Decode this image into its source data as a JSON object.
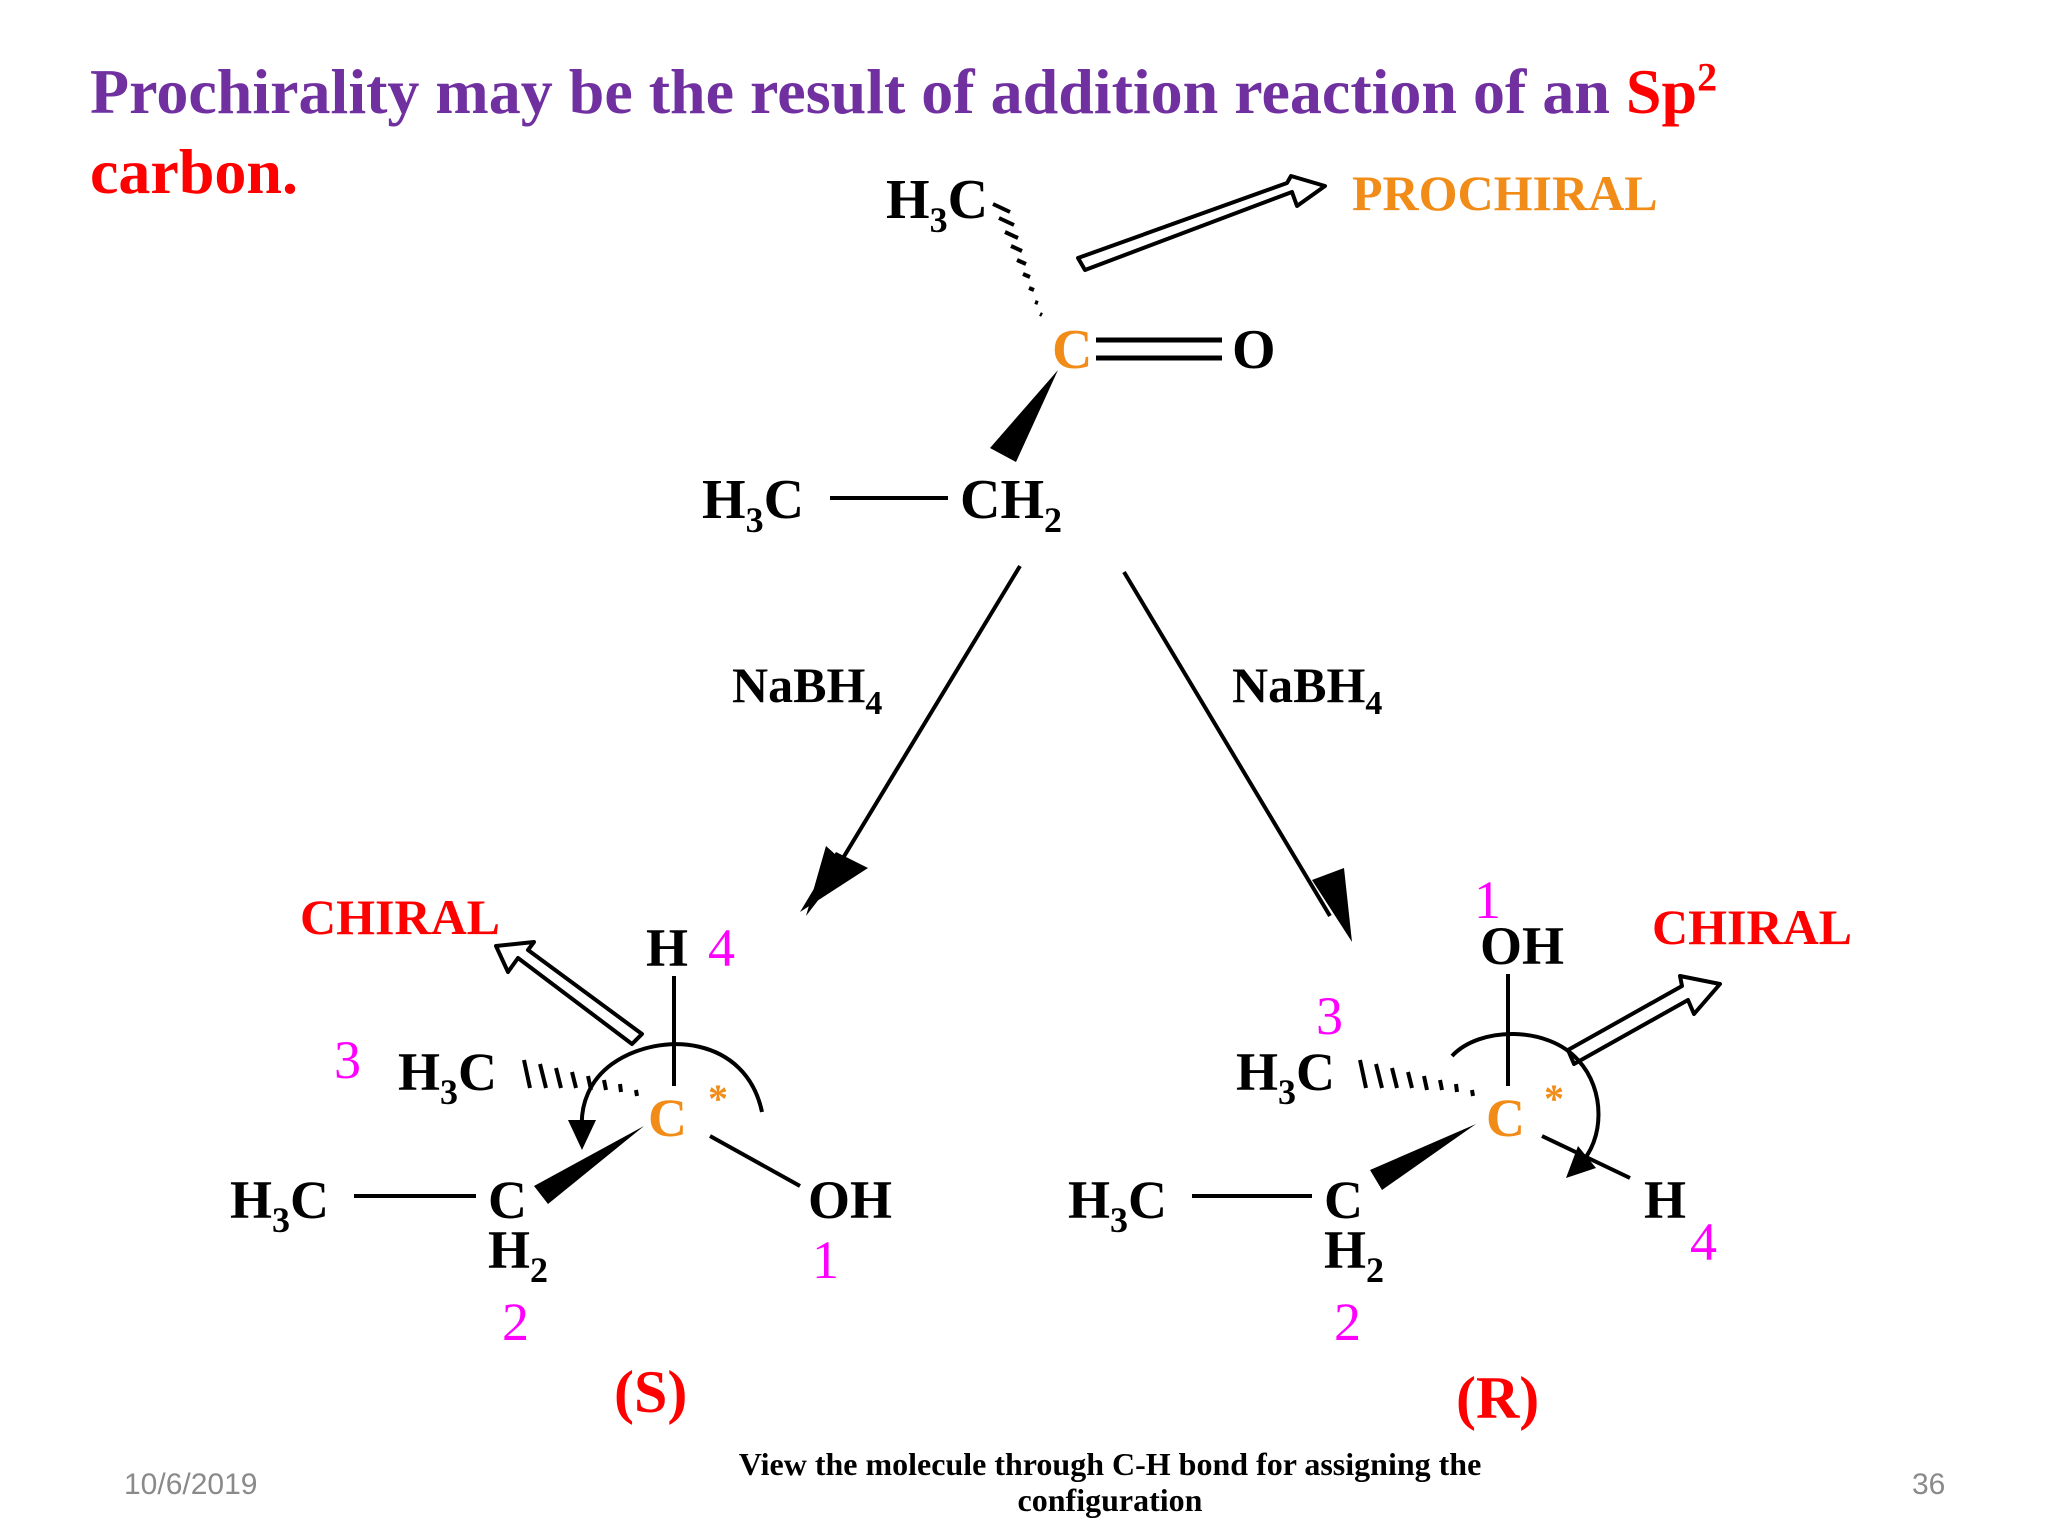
{
  "title": {
    "text_before": "Prochirality may be the result of addition reaction of an ",
    "sp": "Sp",
    "sp_exponent": "2",
    "carbon": "carbon."
  },
  "labels": {
    "prochiral": "PROCHIRAL",
    "chiral_left": "CHIRAL",
    "chiral_right": "CHIRAL",
    "reagent_left": "NaBH",
    "reagent_left_sub": "4",
    "reagent_right": "NaBH",
    "reagent_right_sub": "4",
    "config_s": "(S)",
    "config_r": "(R)"
  },
  "atoms": {
    "h": "H",
    "c": "C",
    "o": "O",
    "oh": "OH",
    "sub3": "3",
    "sub2": "2",
    "star": "*"
  },
  "priorities": {
    "s_h": "4",
    "s_ch3": "3",
    "s_ch2": "2",
    "s_oh": "1",
    "r_oh": "1",
    "r_ch3": "3",
    "r_ch2": "2",
    "r_h": "4"
  },
  "caption": "View the molecule through C-H bond for assigning the configuration",
  "footer": {
    "date": "10/6/2019",
    "page": "36"
  },
  "colors": {
    "title": "#7030a0",
    "red": "#ff0000",
    "orange": "#f28c18",
    "magenta": "#ff00ff",
    "black": "#000000"
  }
}
